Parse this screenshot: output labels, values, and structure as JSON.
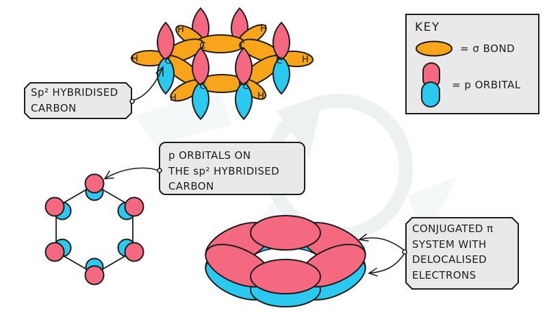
{
  "colors": {
    "pink": "#F4697F",
    "cyan": "#2BC9EF",
    "orange": "#F9A51B",
    "box_fill": "#E9E9E9",
    "ink": "#1C1C1C",
    "watermark": "#EDF1F2",
    "watermark_soft": "#F4F8F9"
  },
  "key": {
    "title": "KEY",
    "sigma_label": "= σ BOND",
    "p_orbital_label": "= p ORBITAL"
  },
  "labels": {
    "sp2": {
      "line1": "Sp² HYBRIDISED",
      "line2": "CARBON"
    },
    "p_orbitals": {
      "line1": "p ORBITALS ON",
      "line2": "THE sp² HYBRIDISED",
      "line3": "CARBON"
    },
    "pi_system": {
      "line1": "CONJUGATED π",
      "line2": "SYSTEM WITH",
      "line3": "DELOCALISED",
      "line4": "ELECTRONS"
    }
  },
  "molecule": {
    "carbon_label": "C",
    "hydrogen_label": "H"
  }
}
